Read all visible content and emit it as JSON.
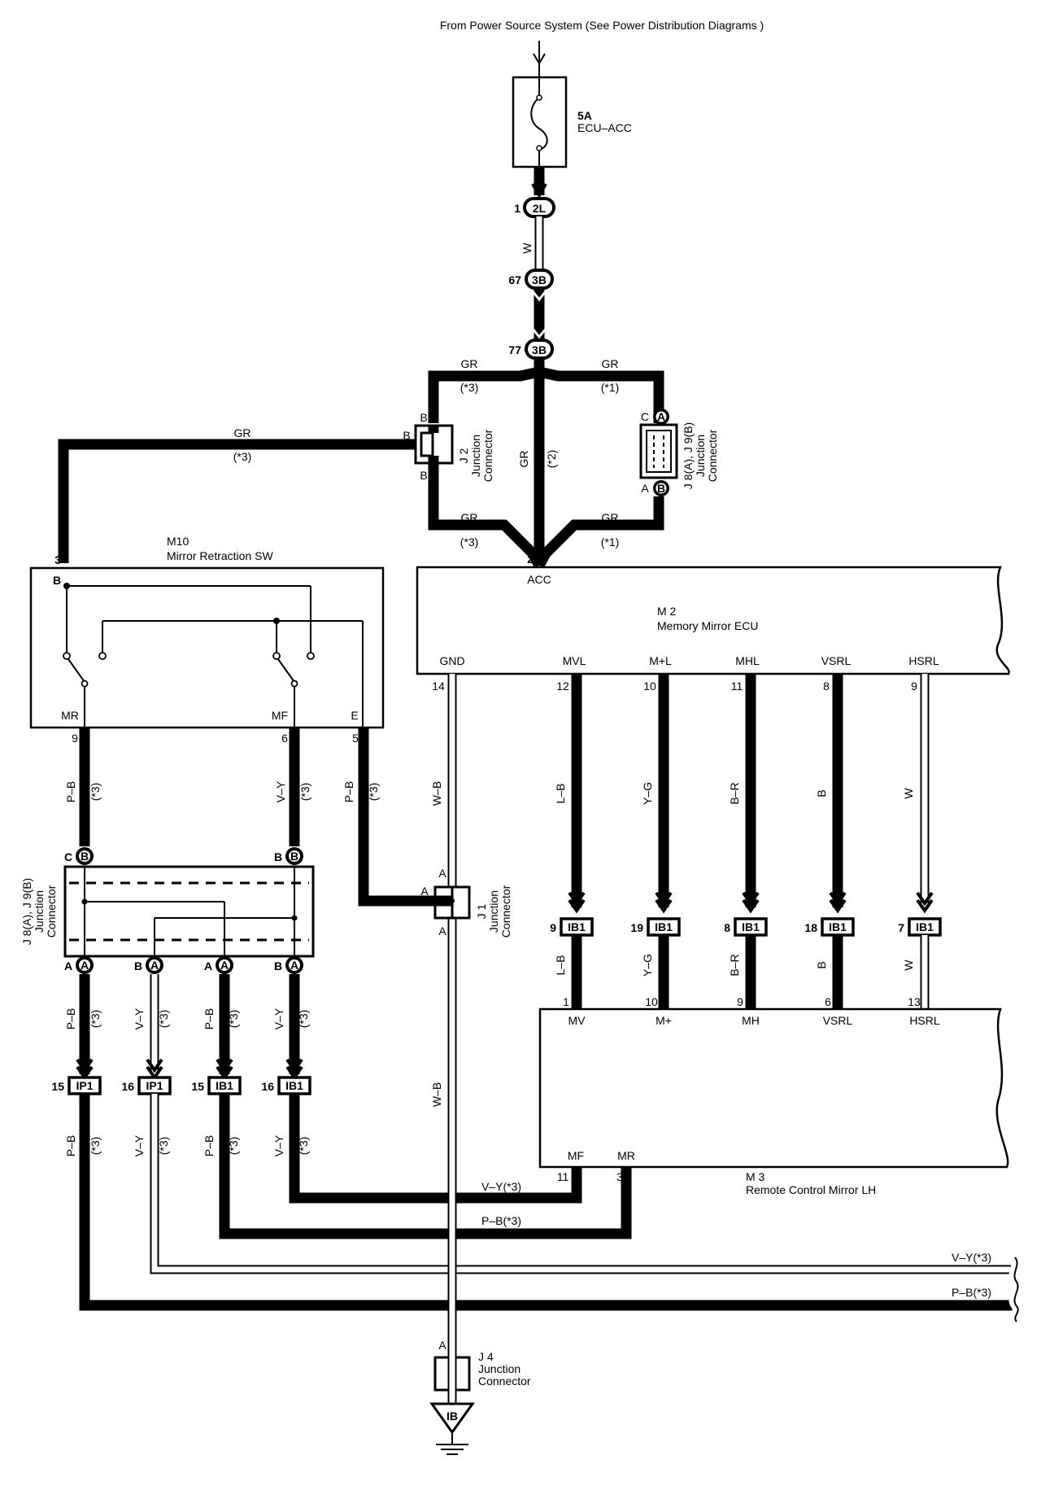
{
  "header": {
    "source_text": "From Power Source System (See Power Distribution Diagrams )"
  },
  "fuse": {
    "rating": "5A",
    "name": "ECU–ACC"
  },
  "connectors": {
    "c2L": "2L",
    "c3B_upper": "3B",
    "c3B_lower": "3B",
    "pin_2L": "1",
    "pin_3B_upper": "67",
    "pin_3B_lower": "77"
  },
  "wires": {
    "w_top": "W",
    "gr": "GR",
    "note_3": "(*3)",
    "note_1": "(*1)",
    "note_2": "(*2)",
    "pb": "P–B",
    "vy": "V–Y",
    "wb": "W–B",
    "lb": "L–B",
    "yg": "Y–G",
    "br": "B–R",
    "b": "B",
    "w": "W",
    "vy3": "V–Y(*3)",
    "pb3": "P–B(*3)"
  },
  "j2": {
    "id": "J 2",
    "line1": "Junction",
    "line2": "Connector",
    "pin_b": "B"
  },
  "j8_top": {
    "id": "J 8(A), J 9(B)",
    "line1": "Junction",
    "line2": "Connector",
    "pin_c": "C",
    "pin_a": "A",
    "circle_a": "A",
    "circle_b": "B"
  },
  "j8_left": {
    "id": "J 8(A), J 9(B)",
    "line1": "Junction",
    "line2": "Connector",
    "pin_c": "C",
    "pin_b": "B",
    "pin_a": "A",
    "circle_a": "A",
    "circle_b": "B"
  },
  "j1": {
    "id": "J 1",
    "line1": "Junction",
    "line2": "Connector",
    "pin_a": "A"
  },
  "j4": {
    "id": "J 4",
    "line1": "Junction",
    "line2": "Connector",
    "pin_a": "A"
  },
  "ground": {
    "label": "IB"
  },
  "m10": {
    "id": "M10",
    "name": "Mirror Retraction SW",
    "pin_top": "3",
    "term_b": "B",
    "term_mr": "MR",
    "term_mf": "MF",
    "term_e": "E",
    "pin_mr": "9",
    "pin_mf": "6",
    "pin_e": "5"
  },
  "m2": {
    "id": "M 2",
    "name": "Memory Mirror ECU",
    "acc": "ACC",
    "acc_pin": "2",
    "terminals": [
      {
        "name": "GND",
        "pin": "14"
      },
      {
        "name": "MVL",
        "pin": "12"
      },
      {
        "name": "M+L",
        "pin": "10"
      },
      {
        "name": "MHL",
        "pin": "11"
      },
      {
        "name": "VSRL",
        "pin": "8"
      },
      {
        "name": "HSRL",
        "pin": "9"
      }
    ]
  },
  "ib1_row": [
    {
      "pin": "9",
      "label": "IB1",
      "color": "L–B",
      "m3pin": "1",
      "m3term": "MV"
    },
    {
      "pin": "19",
      "label": "IB1",
      "color": "Y–G",
      "m3pin": "10",
      "m3term": "M+"
    },
    {
      "pin": "8",
      "label": "IB1",
      "color": "B–R",
      "m3pin": "9",
      "m3term": "MH"
    },
    {
      "pin": "18",
      "label": "IB1",
      "color": "B",
      "m3pin": "6",
      "m3term": "VSRL"
    },
    {
      "pin": "7",
      "label": "IB1",
      "color": "W",
      "m3pin": "13",
      "m3term": "HSRL"
    }
  ],
  "lower_conn_row": [
    {
      "pin": "15",
      "label": "IP1"
    },
    {
      "pin": "16",
      "label": "IP1"
    },
    {
      "pin": "15",
      "label": "IB1"
    },
    {
      "pin": "16",
      "label": "IB1"
    }
  ],
  "m3": {
    "id": "M 3",
    "name": "Remote Control Mirror LH",
    "term_mf": "MF",
    "term_mr": "MR",
    "pin_mf": "11",
    "pin_mr": "3"
  },
  "notes": {
    "star3": "(*3)"
  }
}
